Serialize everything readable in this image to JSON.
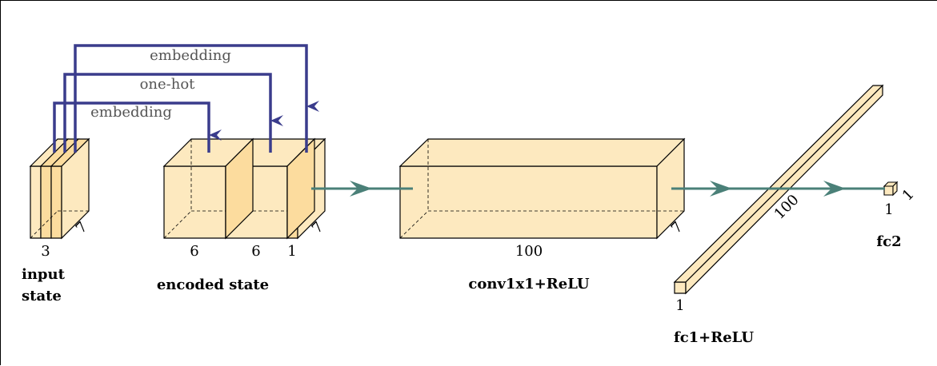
{
  "colors": {
    "box_fill": "#fde9bf",
    "box_fill_dark": "#fcdc9e",
    "arrow_blue": "#3a3c8c",
    "arrow_teal": "#4a8078",
    "edge": "#000000",
    "annotation_text": "#555555"
  },
  "input_state": {
    "depth_label": "7",
    "channels_label": "3",
    "title_line1": "input",
    "title_line2": "state"
  },
  "encoded_state": {
    "segment1_label": "6",
    "segment2_label": "6",
    "segment3_label": "1",
    "depth_label": "7",
    "title": "encoded state"
  },
  "connections": {
    "top": "embedding",
    "middle": "one-hot",
    "bottom": "embedding"
  },
  "conv": {
    "width_label": "100",
    "depth_label": "7",
    "title": "conv1x1+ReLU"
  },
  "fc1": {
    "length_label": "100",
    "width_label": "1",
    "title": "fc1+ReLU"
  },
  "fc2": {
    "width_label": "1",
    "depth_label": "1",
    "title": "fc2"
  }
}
